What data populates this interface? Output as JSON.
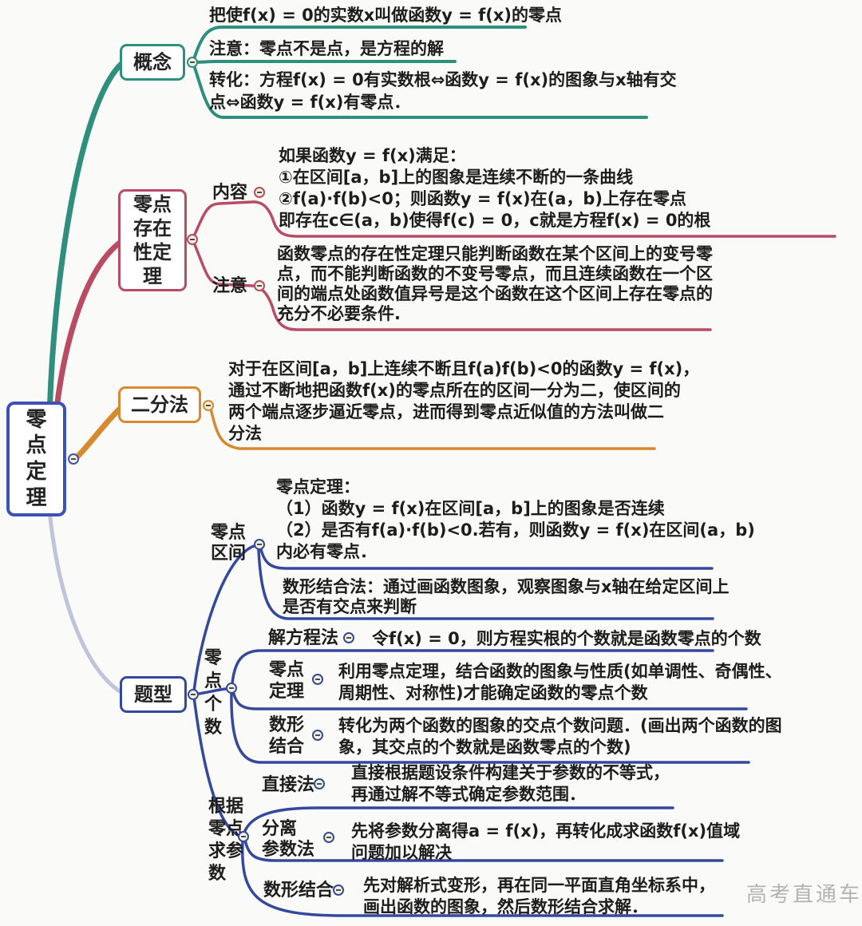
{
  "root": {
    "title": "零点定理"
  },
  "colors": {
    "concept": "#2e8f7d",
    "existence": "#b94b64",
    "bisection": "#d8882e",
    "types": "#34499e",
    "root_border": "#3d52b5",
    "faded_connector": "#bfc4da",
    "text": "#1d1d1d",
    "collapse_fill": "#f6f3da"
  },
  "concept": {
    "title": "概念",
    "items": [
      {
        "text": "把使f(x) = 0的实数x叫做函数y = f(x)的零点"
      },
      {
        "text": "注意：零点不是点，是方程的解"
      },
      {
        "text": "转化：方程f(x) = 0有实数根⇔函数y = f(x)的图象与x轴有交\n点⇔函数y = f(x)有零点．"
      }
    ]
  },
  "existence": {
    "title": "零点存在性定理",
    "content_label": "内容",
    "content_text": "如果函数y = f(x)满足：\n①在区间[a，b]上的图象是连续不断的一条曲线\n②f(a)·f(b)<0；则函数y = f(x)在(a，b)上存在零点\n即存在c∈(a，b)使得f(c) = 0，c就是方程f(x) = 0的根",
    "note_label": "注意",
    "note_text": "函数零点的存在性定理只能判断函数在某个区间上的变号零\n点，而不能判断函数的不变号零点，而且连续函数在一个区\n间的端点处函数值异号是这个函数在这个区间上存在零点的\n充分不必要条件."
  },
  "bisection": {
    "title": "二分法",
    "text": "对于在区间[a，b]上连续不断且f(a)f(b)<0的函数y = f(x)，\n通过不断地把函数f(x)的零点所在的区间一分为二，使区间的\n两个端点逐步逼近零点，进而得到零点近似值的方法叫做二\n分法"
  },
  "types": {
    "title": "题型",
    "interval": {
      "label": "零点区间",
      "theorem_text": "零点定理：\n（1）函数y = f(x)在区间[a，b]上的图象是否连续\n（2）是否有f(a)·f(b)<0.若有，则函数y = f(x)在区间(a，b)\n内必有零点．",
      "graph_text": "数形结合法：通过画函数图象，观察图象与x轴在给定区间上\n是否有交点来判断"
    },
    "count": {
      "label": "零点个数",
      "solve_label": "解方程法",
      "solve_text": "令f(x) = 0，则方程实根的个数就是函数零点的个数",
      "theorem_label": "零点\n定理",
      "theorem_text": "利用零点定理，结合函数的图象与性质(如单调性、奇偶性、\n周期性、对称性)才能确定函数的零点个数",
      "graph_label": "数形\n结合",
      "graph_text": "转化为两个函数的图象的交点个数问题．(画出两个函数的图\n象，其交点的个数就是函数零点的个数)"
    },
    "param": {
      "label": "根据零点求参数",
      "direct_label": "直接法",
      "direct_text": "直接根据题设条件构建关于参数的不等式，\n再通过解不等式确定参数范围．",
      "separate_label": "分离\n参数法",
      "separate_text": "先将参数分离得a = f(x)，再转化成求函数f(x)值域\n问题加以解决",
      "graph_label": "数形结合",
      "graph_text": "先对解析式变形，再在同一平面直角坐标系中，\n画出函数的图象，然后数形结合求解．"
    }
  },
  "watermark": "高考直通车"
}
